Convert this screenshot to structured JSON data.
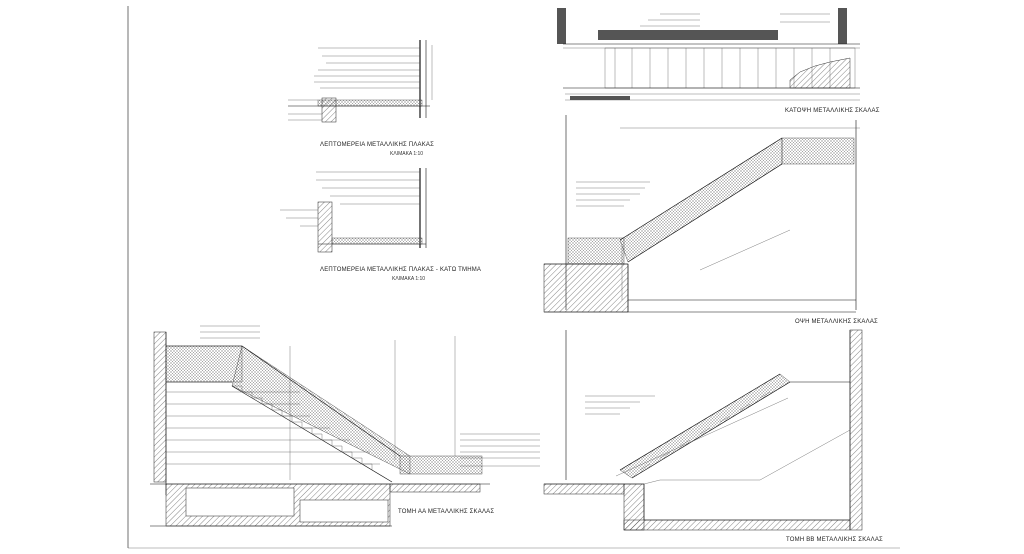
{
  "sheet": {
    "background": "#ffffff",
    "line_color": "#111111"
  },
  "views": {
    "detail_top": {
      "title": "ΛΕΠΤΟΜΕΡΕΙΑ ΜΕΤΑΛΛΙΚΗΣ ΠΛΑΚΑΣ",
      "scale": "ΚΛΙΜΑΚΑ 1:10"
    },
    "detail_bottom": {
      "title": "ΛΕΠΤΟΜΕΡΕΙΑ ΜΕΤΑΛΛΙΚΗΣ ΠΛΑΚΑΣ - ΚΑΤΩ ΤΜΗΜΑ",
      "scale": "ΚΛΙΜΑΚΑ 1:10"
    },
    "elevation_top": {
      "title": "ΚΑΤΟΨΗ ΜΕΤΑΛΛΙΚΗΣ ΣΚΑΛΑΣ"
    },
    "elevation_right": {
      "title": "ΟΨΗ ΜΕΤΑΛΛΙΚΗΣ ΣΚΑΛΑΣ"
    },
    "section_aa": {
      "title": "ΤΟΜΗ ΑΑ ΜΕΤΑΛΛΙΚΗΣ ΣΚΑΛΑΣ"
    },
    "section_bb": {
      "title": "ΤΟΜΗ ΒΒ ΜΕΤΑΛΛΙΚΗΣ ΣΚΑΛΑΣ"
    }
  }
}
